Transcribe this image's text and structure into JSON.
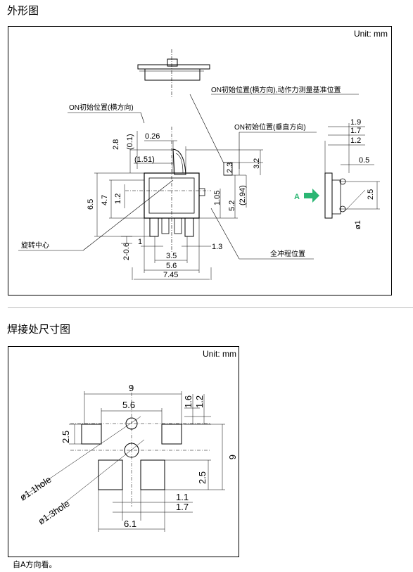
{
  "outline": {
    "title": "外形图",
    "unit": "Unit: mm",
    "callouts": {
      "on_horizontal_measure": "ON初始位置(横方向),动作力测量基准位置",
      "on_horizontal": "ON初始位置(横方向)",
      "on_vertical": "ON初始位置(垂直方向)",
      "rotation_center": "旋转中心",
      "full_stroke": "全冲程位置",
      "view_a": "A"
    },
    "dims": {
      "d026": "0.26",
      "d28": "2.8",
      "d01": "(0.1)",
      "d151": "(1.51)",
      "d65": "6.5",
      "d47": "4.7",
      "d12": "1.2",
      "d06": "2-0.6",
      "d1": "1",
      "d35": "3.5",
      "d56": "5.6",
      "d745": "7.45",
      "d13": "1.3",
      "d105": "1.05",
      "d52": "5.2",
      "d294": "(2.94)",
      "d23": "2.3",
      "d32": "3.2",
      "s19": "1.9",
      "s17": "1.7",
      "s12": "1.2",
      "s05": "0.5",
      "s25": "2.5",
      "sphi1": "ø1"
    }
  },
  "solder": {
    "title": "焊接处尺寸图",
    "unit": "Unit: mm",
    "dims": {
      "d9": "9",
      "d56": "5.6",
      "d16": "1.6",
      "d12": "1.2",
      "d25a": "2.5",
      "d6": "6",
      "d25b": "2.5",
      "d11": "1.1",
      "d17": "1.7",
      "d61": "6.1",
      "hole11": "ø1.1hole",
      "hole13": "ø1.3hole"
    },
    "note": "自A方向看。"
  },
  "colors": {
    "arrow": "#2bb673",
    "line": "#000000"
  }
}
